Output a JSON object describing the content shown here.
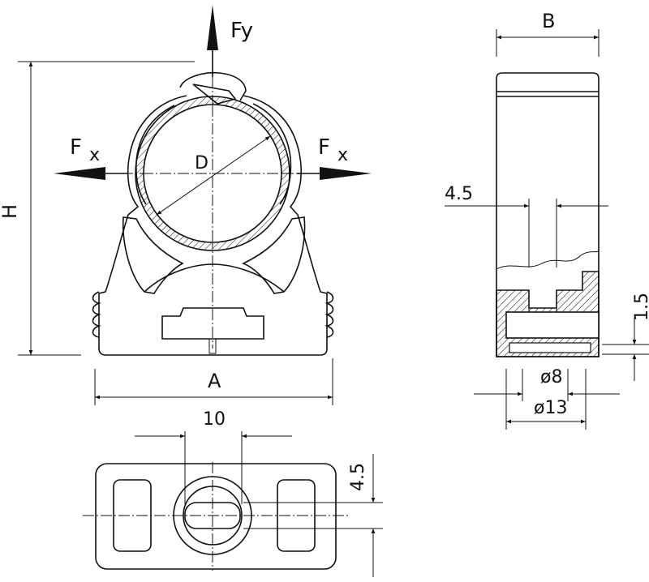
{
  "labels": {
    "fy": "Fy",
    "fx_left_f": "F",
    "fx_left_x": "x",
    "fx_right_f": "F",
    "fx_right_x": "x",
    "d": "D",
    "h": "H",
    "a": "A",
    "b": "B",
    "dim_4_5_side": "4.5",
    "dim_1_5": "1.5",
    "dim_d8": "ø8",
    "dim_d13": "ø13",
    "dim_10": "10",
    "dim_4_5_bottom": "4.5"
  },
  "colors": {
    "line": "#111111",
    "hatch": "#111111",
    "background": "#ffffff"
  }
}
